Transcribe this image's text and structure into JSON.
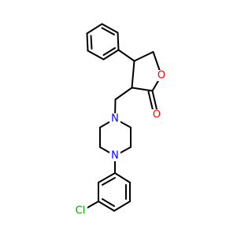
{
  "molecule": {
    "atoms": [
      {
        "id": "O1",
        "symbol": "O",
        "color": "#ff0000"
      },
      {
        "id": "O2",
        "symbol": "O",
        "color": "#ff0000"
      },
      {
        "id": "N1",
        "symbol": "N",
        "color": "#0000ff"
      },
      {
        "id": "N2",
        "symbol": "N",
        "color": "#0000ff"
      },
      {
        "id": "Cl",
        "symbol": "Cl",
        "color": "#00aa00"
      }
    ]
  }
}
